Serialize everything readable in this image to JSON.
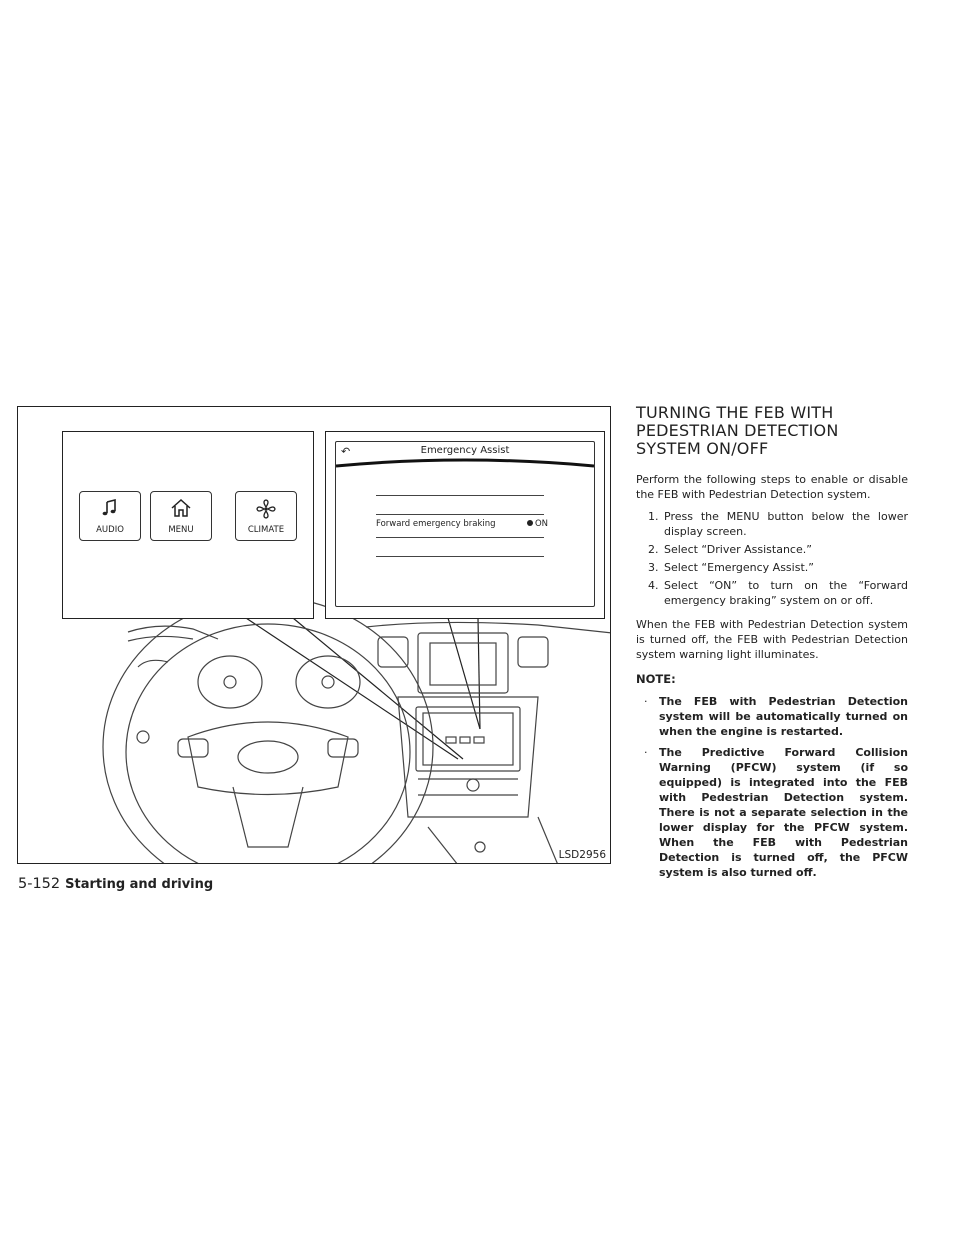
{
  "figure": {
    "code": "LSD2956",
    "buttons": [
      {
        "label": "AUDIO",
        "icon": "music-note-icon"
      },
      {
        "label": "MENU",
        "icon": "home-icon"
      },
      {
        "label": "CLIMATE",
        "icon": "fan-icon"
      }
    ],
    "screen": {
      "title": "Emergency Assist",
      "option_label": "Forward emergency braking",
      "option_state": "ON"
    }
  },
  "section": {
    "title_lines": [
      "TURNING THE FEB WITH",
      "PEDESTRIAN DETECTION",
      "SYSTEM ON/OFF"
    ],
    "intro": "Perform the following steps to enable or disable the FEB with Pedestrian Detection system.",
    "steps": [
      {
        "num": "1.",
        "text": "Press the MENU button below the lower display screen."
      },
      {
        "num": "2.",
        "text": "Select “Driver Assistance.”"
      },
      {
        "num": "3.",
        "text": "Select “Emergency Assist.”"
      },
      {
        "num": "4.",
        "text": "Select “ON” to turn on the “Forward emergency braking” system on or off."
      }
    ],
    "after": "When the FEB with Pedestrian Detection system is turned off, the FEB with Pedestrian Detection system warning light illuminates.",
    "note_title": "NOTE:",
    "notes": [
      "The FEB with Pedestrian Detection system will be automatically turned on when the engine is restarted.",
      "The Predictive Forward Collision Warning (PFCW) system (if so equipped) is integrated into the FEB with Pedestrian Detection system. There is not a separate selection in the lower display for the PFCW system. When the FEB with Pedestrian Detection is turned off, the PFCW system is also turned off."
    ]
  },
  "footer": {
    "page_number": "5-152",
    "section_name": "Starting and driving"
  }
}
